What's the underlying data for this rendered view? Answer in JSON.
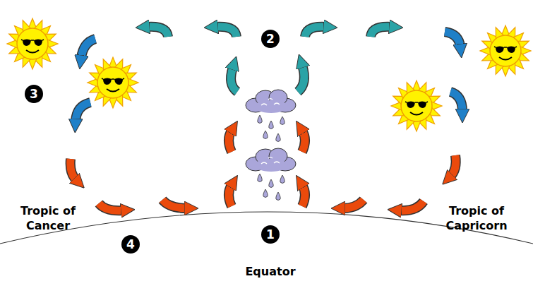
{
  "diagram": {
    "labels": [
      "2",
      "3",
      "Tropic of Cancer",
      "Tropic of Capricorn",
      "4",
      "1",
      "Equator"
    ]
  }
}
